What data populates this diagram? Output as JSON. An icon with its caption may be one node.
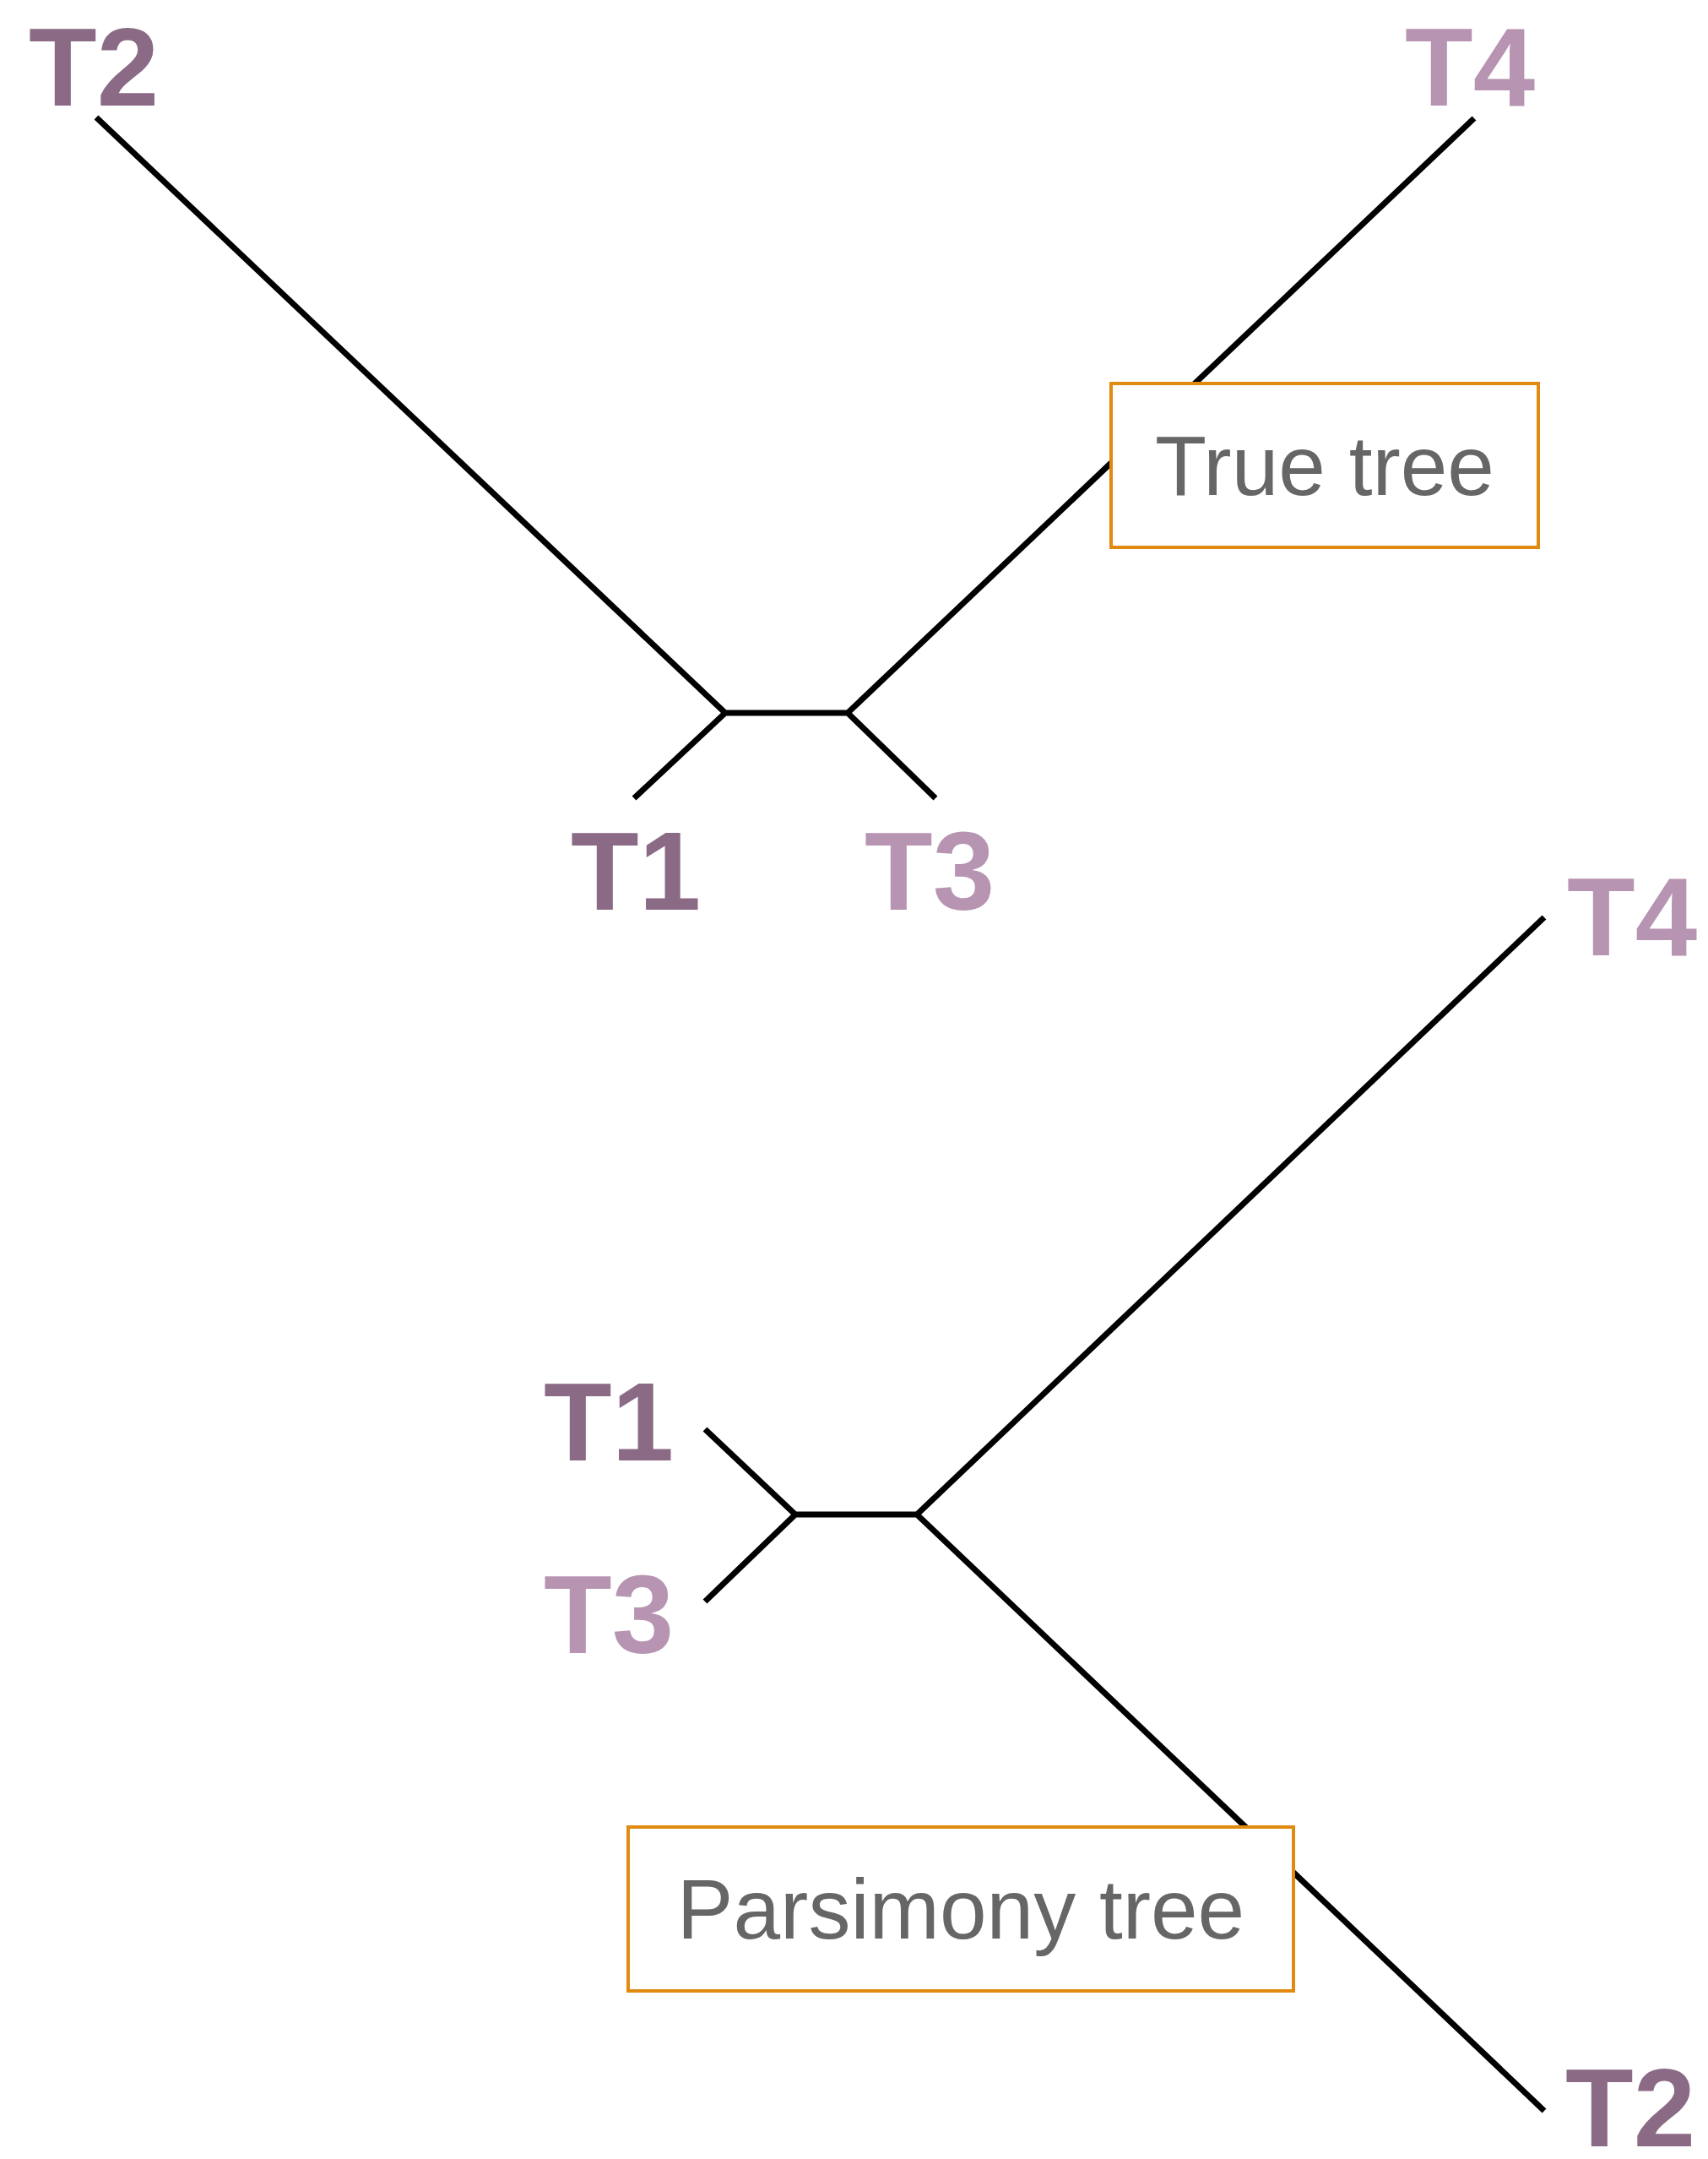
{
  "diagram": {
    "nodes": [
      {
        "text": [
          "True tree"
        ]
      },
      {
        "text": [
          "Parsimony tree"
        ]
      }
    ],
    "labels": [
      "T2",
      "T4",
      "T1",
      "T3",
      "T4",
      "T1",
      "T3",
      "T2"
    ]
  }
}
